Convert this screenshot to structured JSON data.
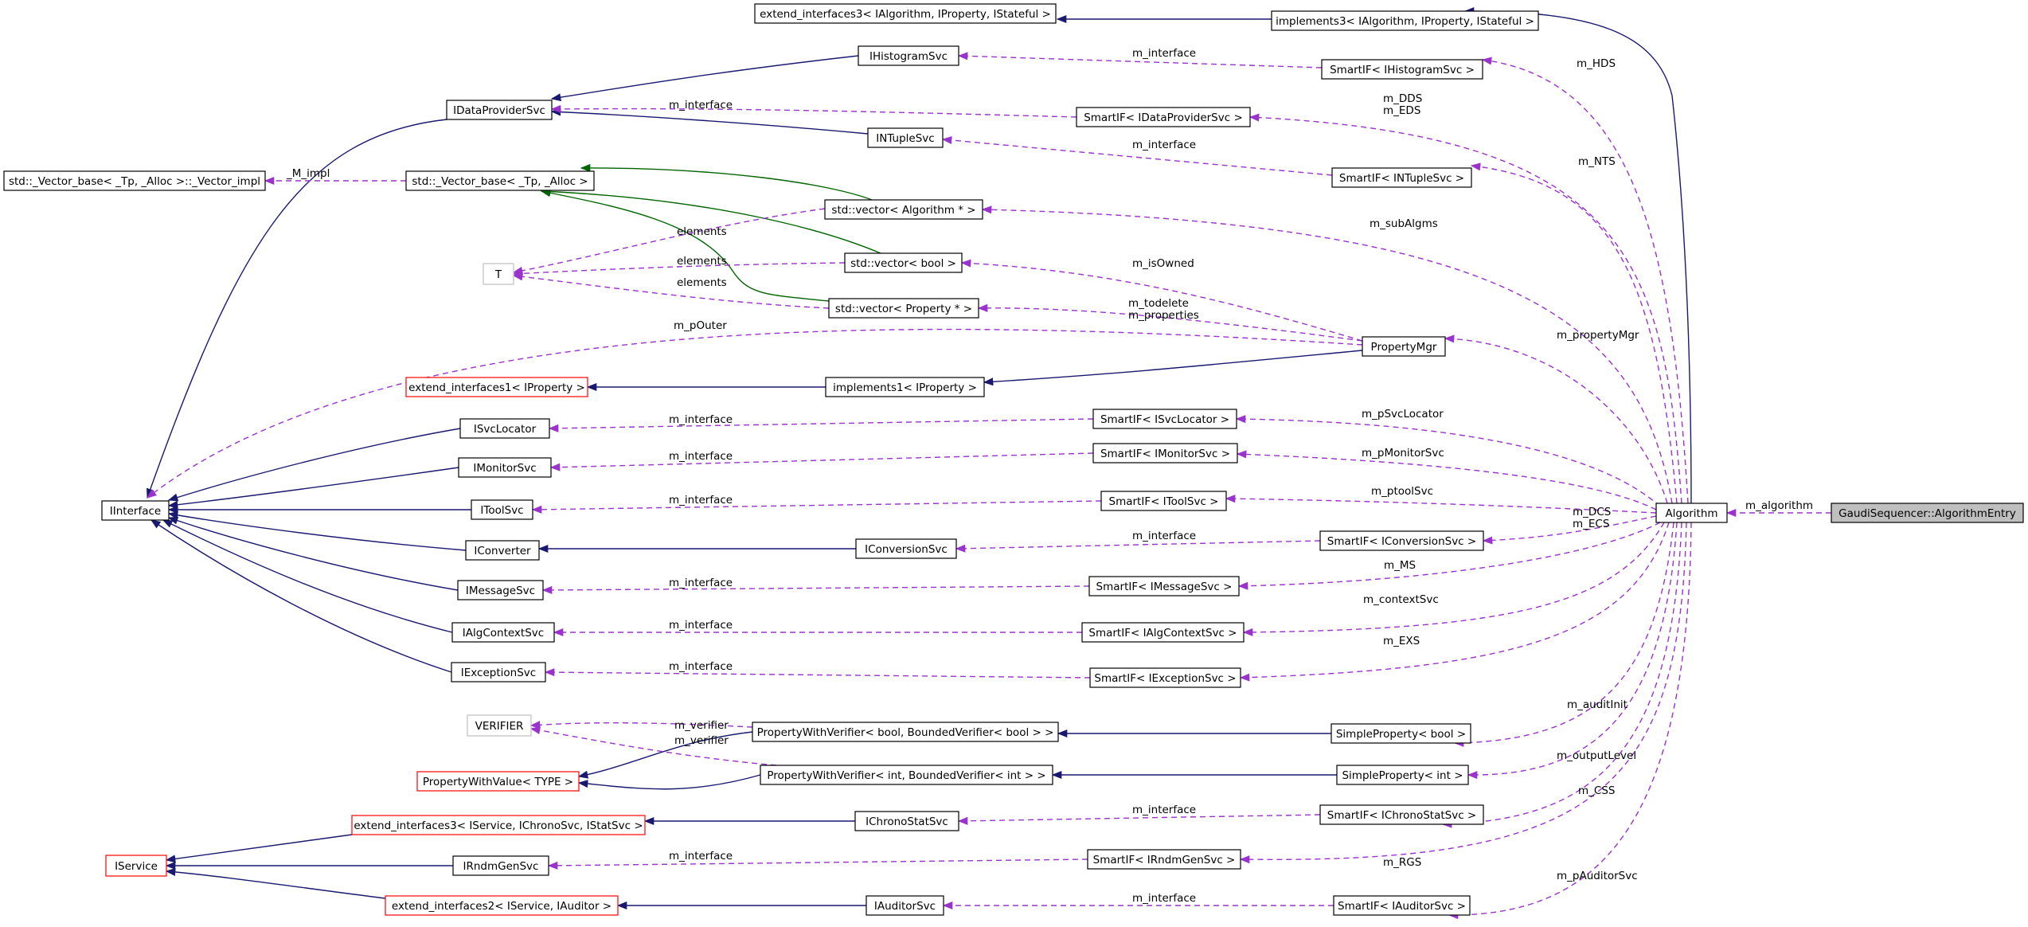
{
  "diagram": {
    "nodes": {
      "entry": "GaudiSequencer::AlgorithmEntry",
      "algorithm": "Algorithm",
      "impl3": "implements3< IAlgorithm, IProperty, IStateful >",
      "ext3": "extend_interfaces3< IAlgorithm, IProperty, IStateful >",
      "sif_hist": "SmartIF< IHistogramSvc >",
      "ihist": "IHistogramSvc",
      "sif_dp": "SmartIF< IDataProviderSvc >",
      "idp": "IDataProviderSvc",
      "intuple": "INTupleSvc",
      "sif_ntuple": "SmartIF< INTupleSvc >",
      "vecbase": "std::_Vector_base< _Tp, _Alloc >",
      "vecimpl": "std::_Vector_base< _Tp, _Alloc >::_Vector_impl",
      "vec_alg": "std::vector< Algorithm * >",
      "vec_bool": "std::vector< bool >",
      "vec_prop": "std::vector< Property * >",
      "t": "T",
      "propmgr": "PropertyMgr",
      "ext1": "extend_interfaces1< IProperty >",
      "impl1": "implements1< IProperty >",
      "isvcloc": "ISvcLocator",
      "sif_svcloc": "SmartIF< ISvcLocator >",
      "imon": "IMonitorSvc",
      "sif_mon": "SmartIF< IMonitorSvc >",
      "iinterface": "IInterface",
      "itool": "IToolSvc",
      "sif_tool": "SmartIF< IToolSvc >",
      "iconv": "IConverter",
      "iconvsvc": "IConversionSvc",
      "sif_conv": "SmartIF< IConversionSvc >",
      "imsg": "IMessageSvc",
      "sif_msg": "SmartIF< IMessageSvc >",
      "ialgctx": "IAlgContextSvc",
      "sif_algctx": "SmartIF< IAlgContextSvc >",
      "iexc": "IExceptionSvc",
      "sif_exc": "SmartIF< IExceptionSvc >",
      "verifier": "VERIFIER",
      "pwv_bool": "PropertyWithVerifier< bool, BoundedVerifier< bool > >",
      "sp_bool": "SimpleProperty< bool >",
      "pwvalue": "PropertyWithValue< TYPE >",
      "pwv_int": "PropertyWithVerifier< int, BoundedVerifier< int > >",
      "sp_int": "SimpleProperty< int >",
      "ext3b": "extend_interfaces3< IService, IChronoSvc, IStatSvc >",
      "ichrono": "IChronoStatSvc",
      "sif_chrono": "SmartIF< IChronoStatSvc >",
      "iservice": "IService",
      "irndm": "IRndmGenSvc",
      "sif_rndm": "SmartIF< IRndmGenSvc >",
      "ext2": "extend_interfaces2< IService, IAuditor >",
      "iaud": "IAuditorSvc",
      "sif_aud": "SmartIF< IAuditorSvc >"
    },
    "edge_labels": {
      "m_algorithm": "m_algorithm",
      "m_HDS": "m_HDS",
      "m_DDS_EDS": "m_DDS\nm_EDS",
      "m_NTS": "m_NTS",
      "m_subAlgms": "m_subAlgms",
      "m_propertyMgr": "m_propertyMgr",
      "m_pSvcLocator": "m_pSvcLocator",
      "m_pMonitorSvc": "m_pMonitorSvc",
      "m_ptoolSvc": "m_ptoolSvc",
      "m_DCS_ECS": "m_DCS\nm_ECS",
      "m_MS": "m_MS",
      "m_contextSvc": "m_contextSvc",
      "m_EXS": "m_EXS",
      "m_auditInit": "m_auditInit",
      "m_outputLevel": "m_outputLevel",
      "m_CSS": "m_CSS",
      "m_RGS": "m_RGS",
      "m_pAuditorSvc": "m_pAuditorSvc",
      "m_interface": "m_interface",
      "M_impl": "_M_impl",
      "elements": "elements",
      "m_isOwned": "m_isOwned",
      "m_todelete_props": "m_todelete\nm_properties",
      "m_pOuter": "m_pOuter",
      "m_verifier": "m_verifier"
    }
  }
}
